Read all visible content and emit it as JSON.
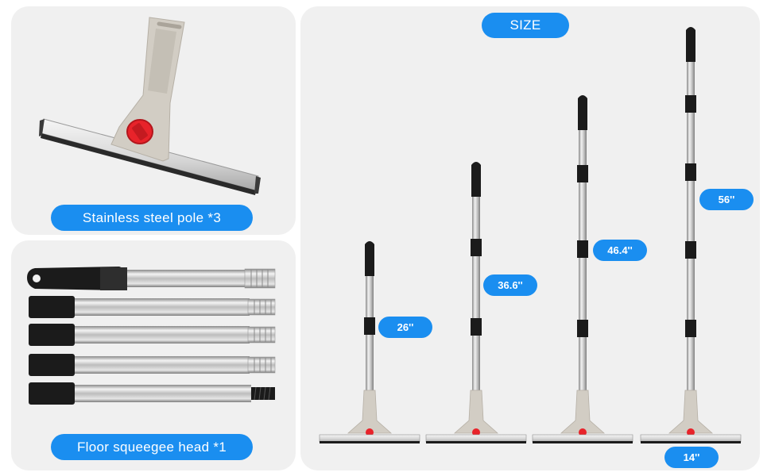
{
  "left_top": {
    "label": "Stainless steel pole *3"
  },
  "left_bottom": {
    "label": "Floor squeegee head *1"
  },
  "size_panel": {
    "title": "SIZE",
    "lengths": [
      "26''",
      "36.6''",
      "46.4''",
      "56''"
    ],
    "head_width": "14''"
  },
  "colors": {
    "accent": "#1a8ef0",
    "panel": "#f0f0f0",
    "handle": "#d2cdc4",
    "knob": "#e8232a",
    "grip": "#1b1b1b"
  }
}
